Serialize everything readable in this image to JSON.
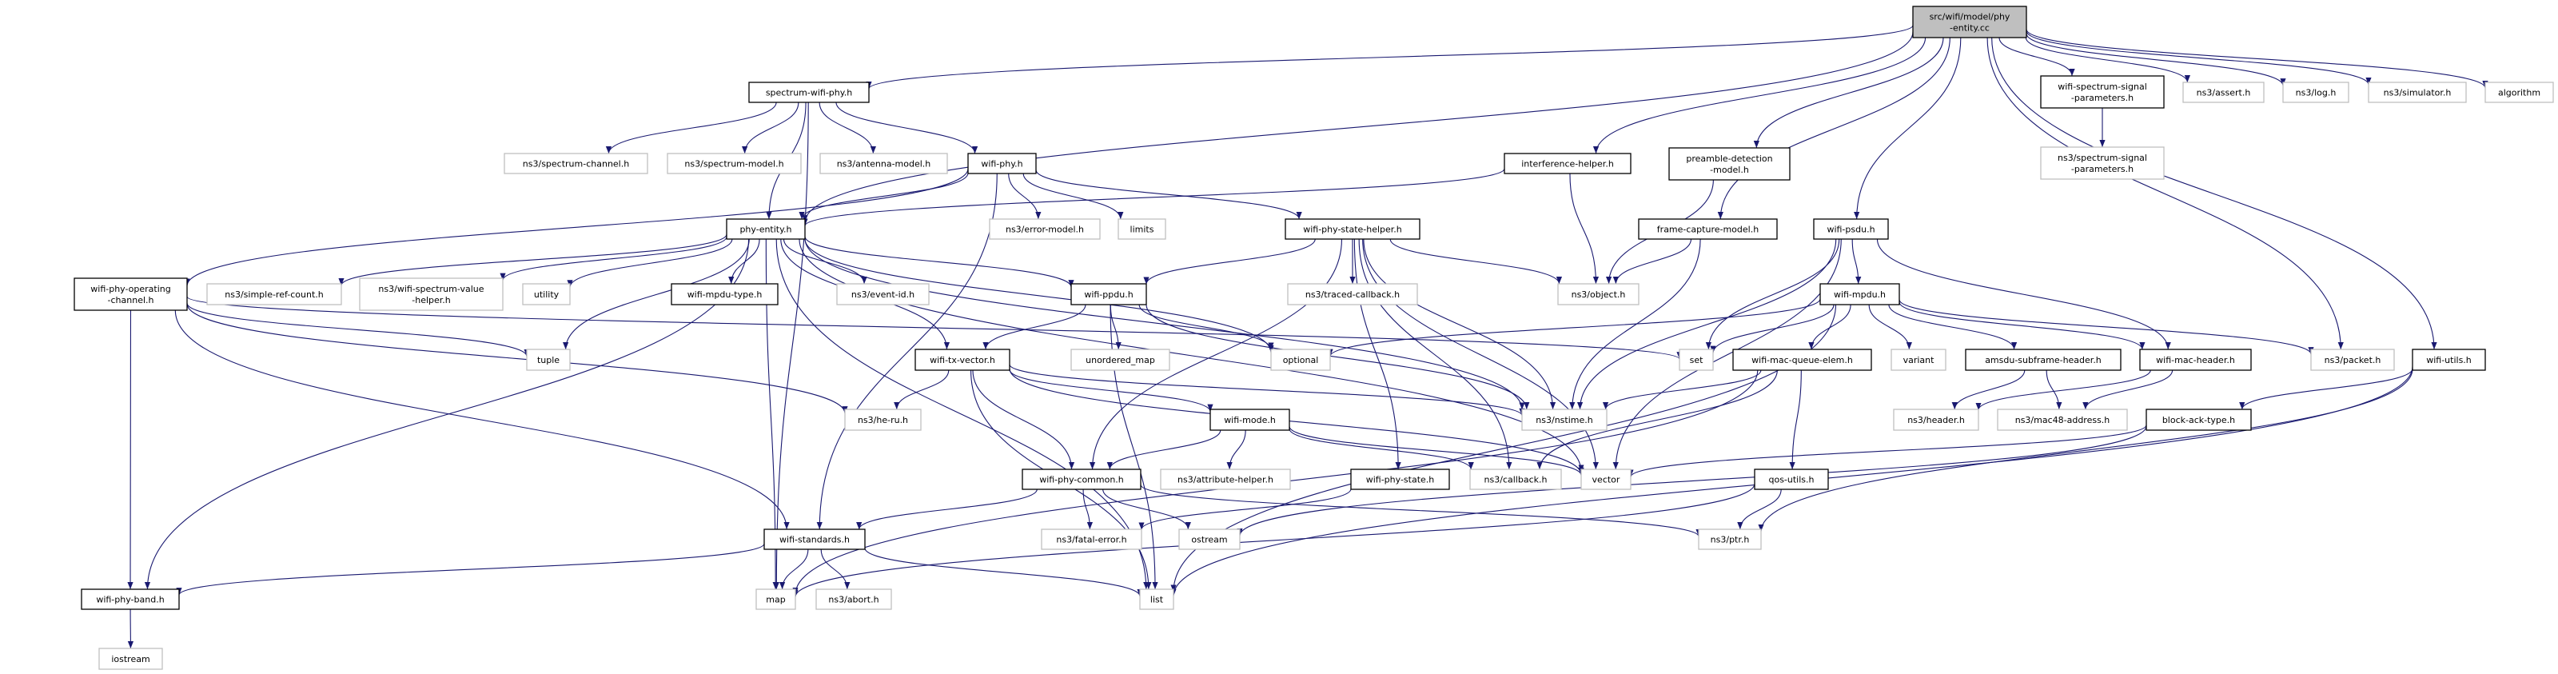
{
  "graph": {
    "edge_color": "#191970",
    "root_fill": "#bfbfbf",
    "nodes": [
      {
        "id": "root",
        "label": [
          "src/wifi/model/phy",
          "-entity.cc"
        ],
        "kind": "root"
      },
      {
        "id": "spectrum-wifi-phy",
        "label": [
          "spectrum-wifi-phy.h"
        ],
        "kind": "doc"
      },
      {
        "id": "spectrum-channel",
        "label": [
          "ns3/spectrum-channel.h"
        ],
        "kind": "ext"
      },
      {
        "id": "spectrum-model",
        "label": [
          "ns3/spectrum-model.h"
        ],
        "kind": "ext"
      },
      {
        "id": "antenna-model",
        "label": [
          "ns3/antenna-model.h"
        ],
        "kind": "ext"
      },
      {
        "id": "wifi-phy",
        "label": [
          "wifi-phy.h"
        ],
        "kind": "doc"
      },
      {
        "id": "interference-helper",
        "label": [
          "interference-helper.h"
        ],
        "kind": "doc"
      },
      {
        "id": "preamble-detection-model",
        "label": [
          "preamble-detection",
          "-model.h"
        ],
        "kind": "doc"
      },
      {
        "id": "wifi-spectrum-signal-parameters",
        "label": [
          "wifi-spectrum-signal",
          "-parameters.h"
        ],
        "kind": "doc"
      },
      {
        "id": "assert",
        "label": [
          "ns3/assert.h"
        ],
        "kind": "ext"
      },
      {
        "id": "log",
        "label": [
          "ns3/log.h"
        ],
        "kind": "ext"
      },
      {
        "id": "simulator",
        "label": [
          "ns3/simulator.h"
        ],
        "kind": "ext"
      },
      {
        "id": "algorithm",
        "label": [
          "algorithm"
        ],
        "kind": "ext"
      },
      {
        "id": "spectrum-signal-parameters",
        "label": [
          "ns3/spectrum-signal",
          "-parameters.h"
        ],
        "kind": "ext"
      },
      {
        "id": "phy-entity",
        "label": [
          "phy-entity.h"
        ],
        "kind": "doc"
      },
      {
        "id": "error-model",
        "label": [
          "ns3/error-model.h"
        ],
        "kind": "ext"
      },
      {
        "id": "limits",
        "label": [
          "limits"
        ],
        "kind": "ext"
      },
      {
        "id": "wifi-phy-state-helper",
        "label": [
          "wifi-phy-state-helper.h"
        ],
        "kind": "doc"
      },
      {
        "id": "frame-capture-model",
        "label": [
          "frame-capture-model.h"
        ],
        "kind": "doc"
      },
      {
        "id": "wifi-psdu",
        "label": [
          "wifi-psdu.h"
        ],
        "kind": "doc"
      },
      {
        "id": "wifi-phy-operating-channel",
        "label": [
          "wifi-phy-operating",
          "-channel.h"
        ],
        "kind": "doc"
      },
      {
        "id": "simple-ref-count",
        "label": [
          "ns3/simple-ref-count.h"
        ],
        "kind": "ext"
      },
      {
        "id": "wifi-spectrum-value-helper",
        "label": [
          "ns3/wifi-spectrum-value",
          "-helper.h"
        ],
        "kind": "ext"
      },
      {
        "id": "utility",
        "label": [
          "utility"
        ],
        "kind": "ext"
      },
      {
        "id": "wifi-mpdu-type",
        "label": [
          "wifi-mpdu-type.h"
        ],
        "kind": "doc"
      },
      {
        "id": "event-id",
        "label": [
          "ns3/event-id.h"
        ],
        "kind": "ext"
      },
      {
        "id": "wifi-ppdu",
        "label": [
          "wifi-ppdu.h"
        ],
        "kind": "doc"
      },
      {
        "id": "traced-callback",
        "label": [
          "ns3/traced-callback.h"
        ],
        "kind": "ext"
      },
      {
        "id": "object",
        "label": [
          "ns3/object.h"
        ],
        "kind": "ext"
      },
      {
        "id": "wifi-mpdu",
        "label": [
          "wifi-mpdu.h"
        ],
        "kind": "doc"
      },
      {
        "id": "tuple",
        "label": [
          "tuple"
        ],
        "kind": "ext"
      },
      {
        "id": "wifi-tx-vector",
        "label": [
          "wifi-tx-vector.h"
        ],
        "kind": "doc"
      },
      {
        "id": "unordered_map",
        "label": [
          "unordered_map"
        ],
        "kind": "ext"
      },
      {
        "id": "optional",
        "label": [
          "optional"
        ],
        "kind": "ext"
      },
      {
        "id": "set",
        "label": [
          "set"
        ],
        "kind": "ext"
      },
      {
        "id": "wifi-mac-queue-elem",
        "label": [
          "wifi-mac-queue-elem.h"
        ],
        "kind": "doc"
      },
      {
        "id": "variant",
        "label": [
          "variant"
        ],
        "kind": "ext"
      },
      {
        "id": "amsdu-subframe-header",
        "label": [
          "amsdu-subframe-header.h"
        ],
        "kind": "doc"
      },
      {
        "id": "wifi-mac-header",
        "label": [
          "wifi-mac-header.h"
        ],
        "kind": "doc"
      },
      {
        "id": "packet",
        "label": [
          "ns3/packet.h"
        ],
        "kind": "ext"
      },
      {
        "id": "wifi-utils",
        "label": [
          "wifi-utils.h"
        ],
        "kind": "doc"
      },
      {
        "id": "he-ru",
        "label": [
          "ns3/he-ru.h"
        ],
        "kind": "ext"
      },
      {
        "id": "wifi-mode",
        "label": [
          "wifi-mode.h"
        ],
        "kind": "doc"
      },
      {
        "id": "nstime",
        "label": [
          "ns3/nstime.h"
        ],
        "kind": "ext"
      },
      {
        "id": "header",
        "label": [
          "ns3/header.h"
        ],
        "kind": "ext"
      },
      {
        "id": "mac48-address",
        "label": [
          "ns3/mac48-address.h"
        ],
        "kind": "ext"
      },
      {
        "id": "block-ack-type",
        "label": [
          "block-ack-type.h"
        ],
        "kind": "doc"
      },
      {
        "id": "wifi-phy-common",
        "label": [
          "wifi-phy-common.h"
        ],
        "kind": "doc"
      },
      {
        "id": "attribute-helper",
        "label": [
          "ns3/attribute-helper.h"
        ],
        "kind": "ext"
      },
      {
        "id": "wifi-phy-state",
        "label": [
          "wifi-phy-state.h"
        ],
        "kind": "doc"
      },
      {
        "id": "callback",
        "label": [
          "ns3/callback.h"
        ],
        "kind": "ext"
      },
      {
        "id": "vector",
        "label": [
          "vector"
        ],
        "kind": "ext"
      },
      {
        "id": "qos-utils",
        "label": [
          "qos-utils.h"
        ],
        "kind": "doc"
      },
      {
        "id": "wifi-standards",
        "label": [
          "wifi-standards.h"
        ],
        "kind": "doc"
      },
      {
        "id": "fatal-error",
        "label": [
          "ns3/fatal-error.h"
        ],
        "kind": "ext"
      },
      {
        "id": "ostream",
        "label": [
          "ostream"
        ],
        "kind": "ext"
      },
      {
        "id": "ptr",
        "label": [
          "ns3/ptr.h"
        ],
        "kind": "ext"
      },
      {
        "id": "wifi-phy-band",
        "label": [
          "wifi-phy-band.h"
        ],
        "kind": "doc"
      },
      {
        "id": "map",
        "label": [
          "map"
        ],
        "kind": "ext"
      },
      {
        "id": "abort",
        "label": [
          "ns3/abort.h"
        ],
        "kind": "ext"
      },
      {
        "id": "list",
        "label": [
          "list"
        ],
        "kind": "ext"
      },
      {
        "id": "iostream",
        "label": [
          "iostream"
        ],
        "kind": "ext"
      }
    ],
    "edges": [
      [
        "root",
        "spectrum-wifi-phy"
      ],
      [
        "root",
        "phy-entity"
      ],
      [
        "root",
        "interference-helper"
      ],
      [
        "root",
        "preamble-detection-model"
      ],
      [
        "root",
        "frame-capture-model"
      ],
      [
        "root",
        "wifi-psdu"
      ],
      [
        "root",
        "wifi-spectrum-signal-parameters"
      ],
      [
        "root",
        "assert"
      ],
      [
        "root",
        "log"
      ],
      [
        "root",
        "simulator"
      ],
      [
        "root",
        "algorithm"
      ],
      [
        "root",
        "packet"
      ],
      [
        "root",
        "wifi-utils"
      ],
      [
        "spectrum-wifi-phy",
        "spectrum-channel"
      ],
      [
        "spectrum-wifi-phy",
        "spectrum-model"
      ],
      [
        "spectrum-wifi-phy",
        "antenna-model"
      ],
      [
        "spectrum-wifi-phy",
        "wifi-phy"
      ],
      [
        "spectrum-wifi-phy",
        "phy-entity"
      ],
      [
        "spectrum-wifi-phy",
        "map"
      ],
      [
        "wifi-phy",
        "phy-entity"
      ],
      [
        "wifi-phy",
        "error-model"
      ],
      [
        "wifi-phy",
        "limits"
      ],
      [
        "wifi-phy",
        "wifi-phy-state-helper"
      ],
      [
        "wifi-phy",
        "wifi-standards"
      ],
      [
        "wifi-phy",
        "wifi-phy-operating-channel"
      ],
      [
        "interference-helper",
        "phy-entity"
      ],
      [
        "interference-helper",
        "object"
      ],
      [
        "preamble-detection-model",
        "object"
      ],
      [
        "frame-capture-model",
        "object"
      ],
      [
        "frame-capture-model",
        "nstime"
      ],
      [
        "wifi-spectrum-signal-parameters",
        "spectrum-signal-parameters"
      ],
      [
        "phy-entity",
        "simple-ref-count"
      ],
      [
        "phy-entity",
        "wifi-spectrum-value-helper"
      ],
      [
        "phy-entity",
        "utility"
      ],
      [
        "phy-entity",
        "wifi-mpdu-type"
      ],
      [
        "phy-entity",
        "event-id"
      ],
      [
        "phy-entity",
        "wifi-ppdu"
      ],
      [
        "phy-entity",
        "wifi-tx-vector"
      ],
      [
        "phy-entity",
        "optional"
      ],
      [
        "phy-entity",
        "nstime"
      ],
      [
        "phy-entity",
        "list"
      ],
      [
        "phy-entity",
        "map"
      ],
      [
        "phy-entity",
        "tuple"
      ],
      [
        "phy-entity",
        "wifi-phy-band"
      ],
      [
        "phy-entity",
        "vector"
      ],
      [
        "wifi-phy-operating-channel",
        "wifi-phy-band"
      ],
      [
        "wifi-phy-operating-channel",
        "wifi-standards"
      ],
      [
        "wifi-phy-operating-channel",
        "tuple"
      ],
      [
        "wifi-phy-operating-channel",
        "he-ru"
      ],
      [
        "wifi-phy-operating-channel",
        "set"
      ],
      [
        "wifi-phy-state-helper",
        "wifi-ppdu"
      ],
      [
        "wifi-phy-state-helper",
        "traced-callback"
      ],
      [
        "wifi-phy-state-helper",
        "object"
      ],
      [
        "wifi-phy-state-helper",
        "wifi-phy-common"
      ],
      [
        "wifi-phy-state-helper",
        "wifi-phy-state"
      ],
      [
        "wifi-phy-state-helper",
        "callback"
      ],
      [
        "wifi-phy-state-helper",
        "nstime"
      ],
      [
        "wifi-phy-state-helper",
        "vector"
      ],
      [
        "wifi-ppdu",
        "wifi-tx-vector"
      ],
      [
        "wifi-ppdu",
        "unordered_map"
      ],
      [
        "wifi-ppdu",
        "optional"
      ],
      [
        "wifi-ppdu",
        "nstime"
      ],
      [
        "wifi-ppdu",
        "list"
      ],
      [
        "wifi-tx-vector",
        "he-ru"
      ],
      [
        "wifi-tx-vector",
        "wifi-mode"
      ],
      [
        "wifi-tx-vector",
        "wifi-phy-common"
      ],
      [
        "wifi-tx-vector",
        "list"
      ],
      [
        "wifi-tx-vector",
        "vector"
      ],
      [
        "wifi-tx-vector",
        "nstime"
      ],
      [
        "wifi-mode",
        "wifi-phy-common"
      ],
      [
        "wifi-mode",
        "attribute-helper"
      ],
      [
        "wifi-mode",
        "callback"
      ],
      [
        "wifi-mode",
        "vector"
      ],
      [
        "wifi-phy-common",
        "wifi-standards"
      ],
      [
        "wifi-phy-common",
        "fatal-error"
      ],
      [
        "wifi-phy-common",
        "ostream"
      ],
      [
        "wifi-phy-common",
        "ptr"
      ],
      [
        "wifi-phy-state",
        "fatal-error"
      ],
      [
        "wifi-standards",
        "wifi-phy-band"
      ],
      [
        "wifi-standards",
        "map"
      ],
      [
        "wifi-standards",
        "abort"
      ],
      [
        "wifi-standards",
        "list"
      ],
      [
        "wifi-phy-band",
        "iostream"
      ],
      [
        "wifi-psdu",
        "wifi-mpdu"
      ],
      [
        "wifi-psdu",
        "set"
      ],
      [
        "wifi-psdu",
        "nstime"
      ],
      [
        "wifi-psdu",
        "vector"
      ],
      [
        "wifi-psdu",
        "wifi-mac-header"
      ],
      [
        "wifi-mpdu",
        "optional"
      ],
      [
        "wifi-mpdu",
        "set"
      ],
      [
        "wifi-mpdu",
        "wifi-mac-queue-elem"
      ],
      [
        "wifi-mpdu",
        "variant"
      ],
      [
        "wifi-mpdu",
        "amsdu-subframe-header"
      ],
      [
        "wifi-mpdu",
        "wifi-mac-header"
      ],
      [
        "wifi-mpdu",
        "packet"
      ],
      [
        "wifi-mpdu",
        "list"
      ],
      [
        "wifi-mac-queue-elem",
        "nstime"
      ],
      [
        "wifi-mac-queue-elem",
        "callback"
      ],
      [
        "wifi-mac-queue-elem",
        "qos-utils"
      ],
      [
        "wifi-mac-queue-elem",
        "map"
      ],
      [
        "amsdu-subframe-header",
        "header"
      ],
      [
        "amsdu-subframe-header",
        "mac48-address"
      ],
      [
        "wifi-mac-header",
        "header"
      ],
      [
        "wifi-mac-header",
        "mac48-address"
      ],
      [
        "wifi-utils",
        "block-ack-type"
      ],
      [
        "wifi-utils",
        "ptr"
      ],
      [
        "wifi-utils",
        "list"
      ],
      [
        "block-ack-type",
        "vector"
      ],
      [
        "block-ack-type",
        "ostream"
      ],
      [
        "qos-utils",
        "ptr"
      ],
      [
        "qos-utils",
        "map"
      ]
    ]
  }
}
